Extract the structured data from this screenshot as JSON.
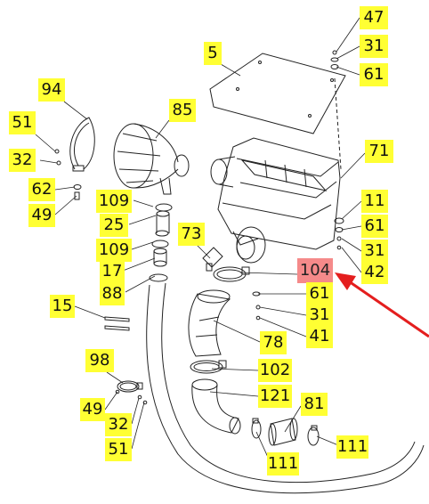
{
  "colors": {
    "label_bg": "#ffff33",
    "highlight_bg": "#f58a8a",
    "arrow": "#e41e1e",
    "line": "#222222"
  },
  "callouts": {
    "c47": "47",
    "c31a": "31",
    "c61a": "61",
    "c5": "5",
    "c94": "94",
    "c85": "85",
    "c51a": "51",
    "c32a": "32",
    "c62": "62",
    "c49a": "49",
    "c71": "71",
    "c109a": "109",
    "c25": "25",
    "c109b": "109",
    "c17": "17",
    "c88": "88",
    "c73": "73",
    "c11": "11",
    "c61b": "61",
    "c31b": "31",
    "c42": "42",
    "c104": "104",
    "c61c": "61",
    "c31c": "31",
    "c41": "41",
    "c15": "15",
    "c78": "78",
    "c98": "98",
    "c102": "102",
    "c121": "121",
    "c49b": "49",
    "c81": "81",
    "c32b": "32",
    "c51b": "51",
    "c111a": "111",
    "c111b": "111"
  }
}
